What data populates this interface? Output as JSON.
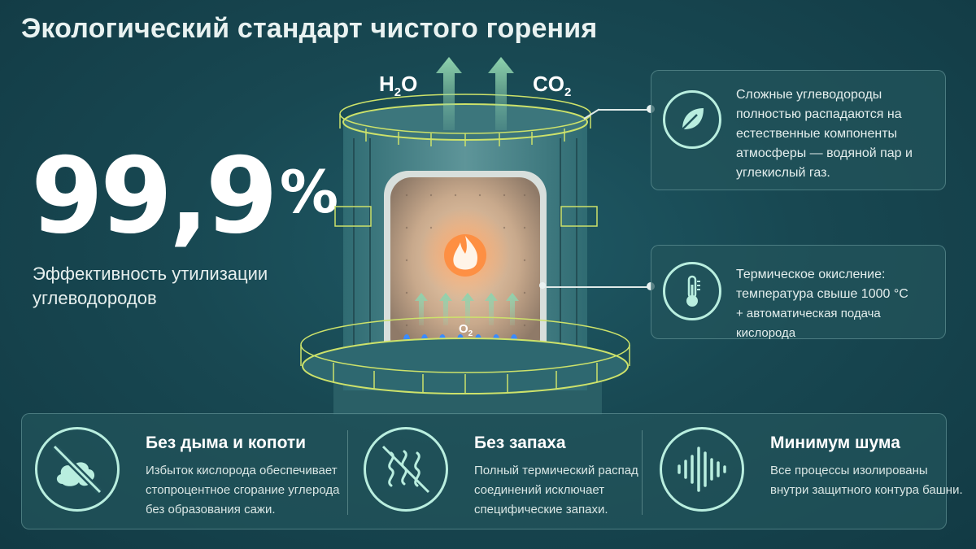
{
  "title": "Экологический стандарт чистого горения",
  "stat": {
    "value": "99,9",
    "unit": "%",
    "label": "Эффективность утилизации углеводородов"
  },
  "formulas": {
    "h2o": {
      "base1": "H",
      "sub": "2",
      "base2": "O"
    },
    "co2": {
      "base": "CO",
      "sub": "2"
    },
    "o2": {
      "base": "O",
      "sub": "2"
    }
  },
  "callouts": {
    "decomposition": "Сложные углеводороды полностью распадаются на естественные компоненты атмосферы — водяной пар и углекислый газ.",
    "oxidation_line1": "Термическое окисление:",
    "oxidation_line2": "температура свыше 1000 °C",
    "oxidation_line3": "+ автоматическая подача кислорода"
  },
  "features": [
    {
      "title": "Без дыма и копоти",
      "desc": "Избыток кислорода обеспечивает стопроцентное сгорание углерода без образования сажи.",
      "icon": "no-smoke-icon"
    },
    {
      "title": "Без запаха",
      "desc": "Полный термический распад соединений исключает специфические запахи.",
      "icon": "no-odor-icon"
    },
    {
      "title": "Минимум шума",
      "desc": "Все процессы изолированы внутри защитного контура башни.",
      "icon": "sound-wave-icon"
    }
  ],
  "colors": {
    "accent": "#b9eedf",
    "arrow": "#7fc4a0",
    "flame": "#ff7a2a",
    "burner": "#3a8bff",
    "background": "#184852"
  }
}
